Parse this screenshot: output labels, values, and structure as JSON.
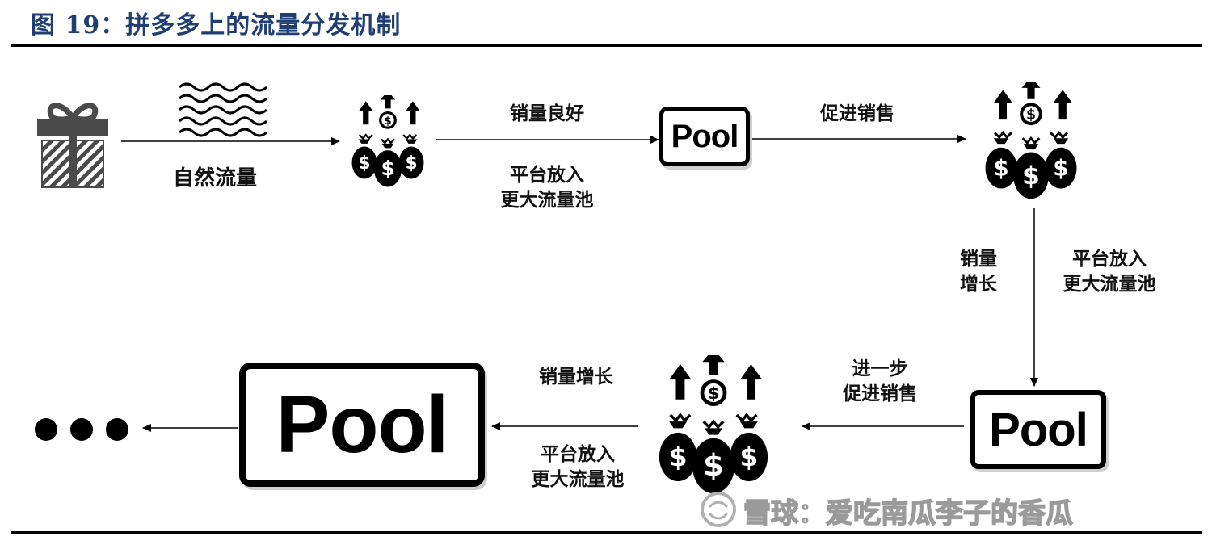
{
  "figure": {
    "title": "图 19：拼多多上的流量分发机制"
  },
  "labels": {
    "natural_traffic": "自然流量",
    "good_sales": "销量良好",
    "platform_bigger_pool_1": [
      "平台放入",
      "更大流量池"
    ],
    "promote_sales_1": "促进销售",
    "sales_growth_1": [
      "销量",
      "增长"
    ],
    "platform_bigger_pool_2": [
      "平台放入",
      "更大流量池"
    ],
    "further_promote": [
      "进一步",
      "促进销售"
    ],
    "sales_growth_2": "销量增长",
    "platform_bigger_pool_3": [
      "平台放入",
      "更大流量池"
    ]
  },
  "pools": {
    "pool_1": "Pool",
    "pool_2": "Pool",
    "pool_3": "Pool"
  },
  "watermark": "雪球：爱吃南瓜李子的香瓜",
  "icons": [
    "gift-box-icon",
    "waves-icon",
    "money-bags-icon",
    "pool-icon",
    "ellipsis-dots-icon"
  ]
}
